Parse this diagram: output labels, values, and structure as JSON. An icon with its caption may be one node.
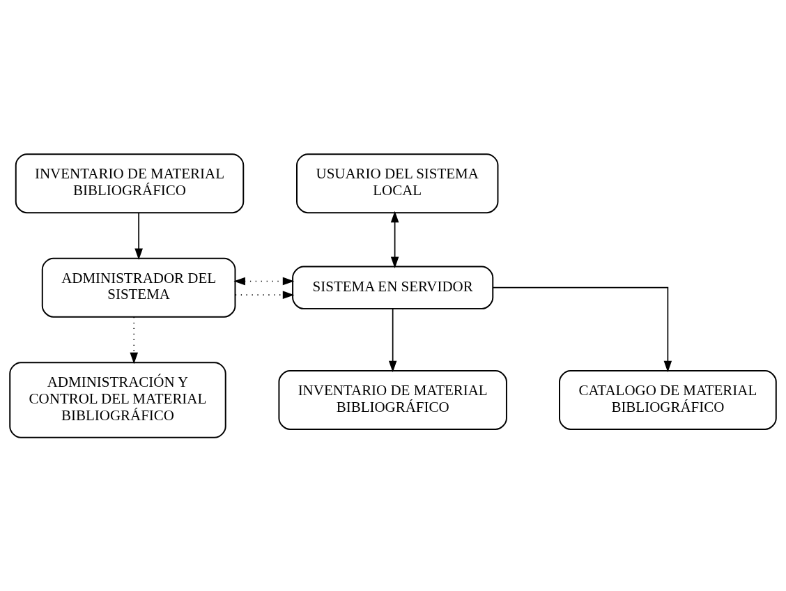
{
  "diagram": {
    "nodes": [
      {
        "text": [
          "INVENTARIO DE MATERIAL BIBLIOGRÁFICO"
        ]
      },
      {
        "text": [
          "ADMINISTRADOR DEL SISTEMA"
        ]
      },
      {
        "text": [
          "USUARIO DEL SISTEMA LOCAL"
        ]
      },
      {
        "text": [
          "SISTEMA EN SERVIDOR"
        ]
      },
      {
        "text": [
          "INVENTARIO DE MATERIAL BIBLIOGRÁFICO"
        ]
      },
      {
        "text": [
          "ADMINISTRACIÓN Y CONTROL DEL MATERIAL BIBLIOGRÁFICO"
        ]
      },
      {
        "text": [
          "CATALOGO DE MATERIAL BIBLIOGRÁFICO"
        ]
      }
    ],
    "edges": [
      {
        "from": 0,
        "to": 1,
        "arrow": "to"
      },
      {
        "from": 1,
        "to": 3,
        "arrow": "both",
        "style": "dashed"
      },
      {
        "from": 1,
        "to": 3,
        "arrow": "to",
        "style": "dashed"
      },
      {
        "from": 1,
        "to": 5,
        "arrow": "to",
        "style": "dashed"
      },
      {
        "from": 2,
        "to": 3,
        "arrow": "both"
      },
      {
        "from": 3,
        "to": 4,
        "arrow": "to"
      },
      {
        "from": 3,
        "to": 6,
        "arrow": "to"
      }
    ]
  }
}
